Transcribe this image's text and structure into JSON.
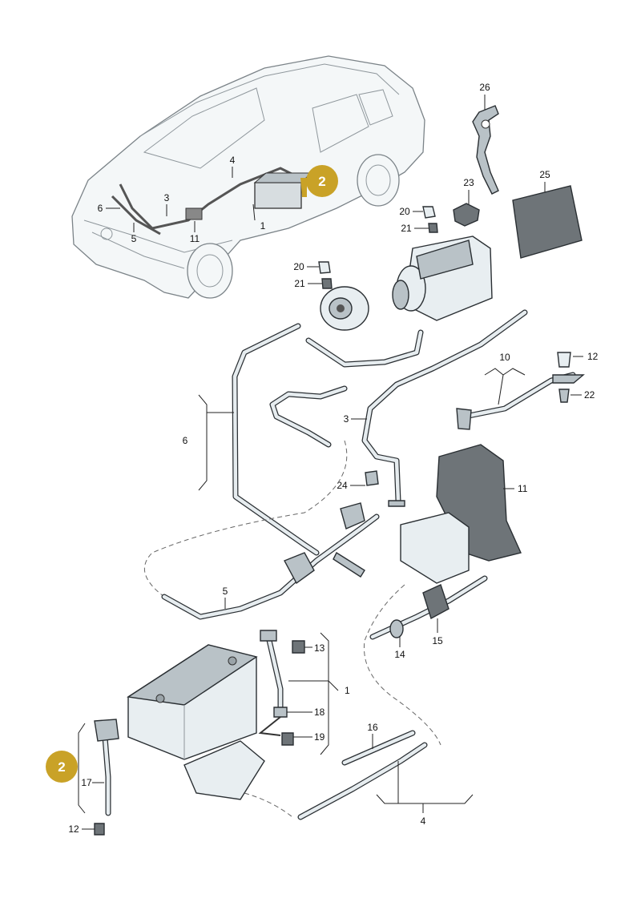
{
  "labels": {
    "l26": "26",
    "l23": "23",
    "l25": "25",
    "l20a": "20",
    "l21a": "21",
    "l20b": "20",
    "l21b": "21",
    "l4_car": "4",
    "l3_car": "3",
    "l6_car": "6",
    "l5_car": "5",
    "l11_car": "11",
    "l1_car": "1",
    "l10": "10",
    "l12a": "12",
    "l22": "22",
    "l6": "6",
    "l3": "3",
    "l24": "24",
    "l11": "11",
    "l5": "5",
    "l15": "15",
    "l14": "14",
    "l13": "13",
    "l1": "1",
    "l18": "18",
    "l19": "19",
    "l16": "16",
    "l4": "4",
    "l17": "17",
    "l12b": "12"
  },
  "callouts": {
    "top": "2",
    "bottom": "2"
  },
  "colors": {
    "callout": "#c9a227",
    "ink": "#2a2f33",
    "body": "#e8eef1"
  }
}
